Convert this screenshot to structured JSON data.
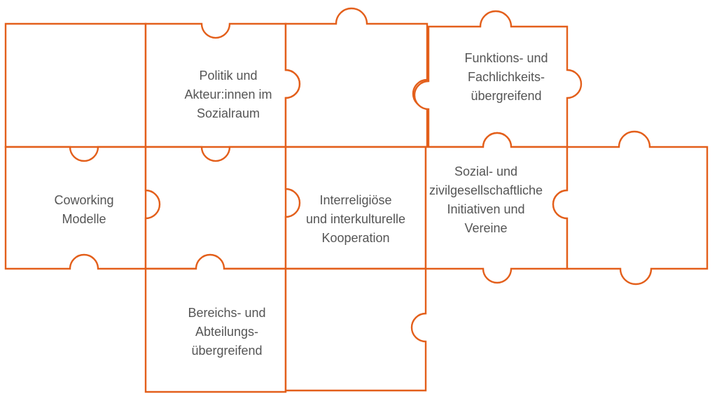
{
  "colors": {
    "outline": "#e35f1b",
    "text": "#555555",
    "background": "#ffffff"
  },
  "labels": {
    "politik": [
      "Politik und",
      "Akteur:innen im",
      "Sozialraum"
    ],
    "funktions": [
      "Funktions- und",
      "Fachlichkeits-",
      "übergreifend"
    ],
    "coworking": [
      "Coworking",
      "Modelle"
    ],
    "interreligioes": [
      "Interreligiöse",
      "und interkulturelle",
      "Kooperation"
    ],
    "sozial": [
      "Sozial- und",
      "zivilgesellschaftliche",
      "Initiativen  und",
      "Vereine"
    ],
    "bereichs": [
      "Bereichs- und",
      "Abteilungs-",
      "übergreifend"
    ]
  }
}
